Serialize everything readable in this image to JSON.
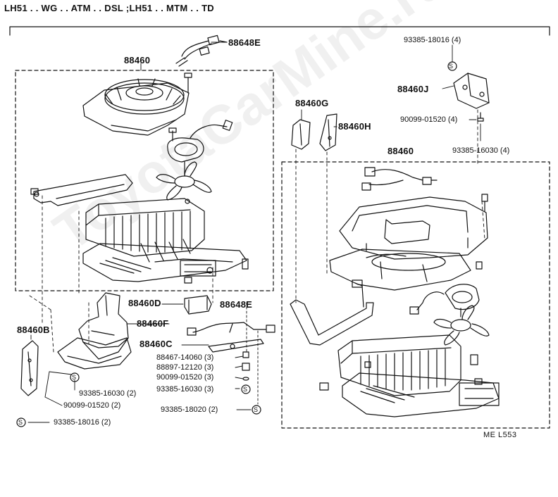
{
  "header": {
    "applicability": "LH51 . . WG . . ATM . . DSL ;LH51 . . MTM . . TD"
  },
  "watermark": "ToyotaCarMine.ru",
  "footer": {
    "code": "ME  L553"
  },
  "parts": {
    "p88648E_top": "88648E",
    "p88460_left": "88460",
    "p93385_18016_tr": "93385-18016",
    "q93385_18016_tr": "(4)",
    "p88460J": "88460J",
    "p88460G": "88460G",
    "p88460H": "88460H",
    "p90099_01520_r": "90099-01520",
    "q90099_01520_r": "(4)",
    "p88460_right": "88460",
    "p93385_16030_r": "93385-16030",
    "q93385_16030_r": "(4)",
    "p88460D": "88460D",
    "p88648E_mid": "88648E",
    "p88460F": "88460F",
    "p88460B": "88460B",
    "p88460C": "88460C",
    "p88467_14060": "88467-14060",
    "q88467_14060": "(3)",
    "p88897_12120": "88897-12120",
    "q88897_12120": "(3)",
    "p90099_01520_c": "90099-01520",
    "q90099_01520_c": "(3)",
    "p93385_16030_c": "93385-16030",
    "q93385_16030_c": "(3)",
    "p93385_16030_l": "93385-16030",
    "q93385_16030_l": "(2)",
    "p90099_01520_l": "90099-01520",
    "q90099_01520_l": "(2)",
    "p93385_18020": "93385-18020",
    "q93385_18020": "(2)",
    "p93385_18016_bl": "93385-18016",
    "q93385_18016_bl": "(2)"
  },
  "symbols": {
    "screw_mark": "S"
  }
}
